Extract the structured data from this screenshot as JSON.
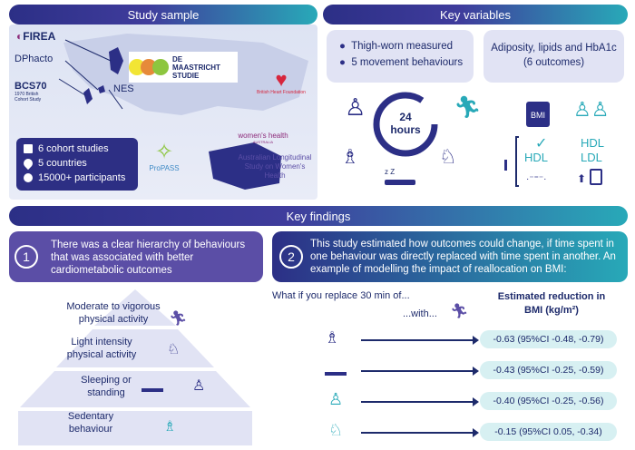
{
  "headers": {
    "study_sample": "Study sample",
    "key_variables": "Key variables",
    "key_findings": "Key findings"
  },
  "map": {
    "labels": {
      "firea": "FIREA",
      "dphacto": "DPhacto",
      "bcs70": "BCS70",
      "bcs70_sub": "1970 British Cohort Study",
      "nes": "NES",
      "maastricht": "DE MAASTRICHT STUDIE",
      "bhf": "British Heart Foundation",
      "womens_health": "women's health",
      "womens_health_sub": "AUSTRALIA",
      "alswh": "Australian Longitudinal Study on Women's Health",
      "propass": "ProPASS"
    },
    "stats": [
      {
        "icon": "document-icon",
        "text": "6 cohort studies"
      },
      {
        "icon": "location-pin-icon",
        "text": "5 countries"
      },
      {
        "icon": "person-icon",
        "text": "15000+ participants"
      }
    ]
  },
  "key_variables": {
    "bullets": [
      "Thigh-worn measured",
      "5 movement behaviours"
    ],
    "outcomes": "Adiposity, lipids and HbA1c (6 outcomes)",
    "clock_text": "24 hours",
    "zz": "z Z",
    "bmi": "BMI",
    "hdl_left": "HDL",
    "hdl_right": "HDL",
    "ldl": "LDL"
  },
  "findings": {
    "f1_number": "1",
    "f1_text": "There was a clear hierarchy of behaviours that was associated with better cardiometabolic outcomes",
    "f2_number": "2",
    "f2_text": "This study estimated how outcomes could change, if time spent in one behaviour was directly replaced with time spent in another. An example of modelling the impact of reallocation on BMI:",
    "pyramid": [
      "Moderate to vigorous physical activity",
      "Light intensity physical activity",
      "Sleeping or standing",
      "Sedentary behaviour"
    ],
    "replace_q": "What if you replace 30 min of...",
    "with": "...with...",
    "estimated_header": "Estimated reduction in BMI (kg/m²)",
    "results": [
      "-0.63 (95%CI -0.48, -0.79)",
      "-0.43 (95%CI -0.25, -0.59)",
      "-0.40 (95%CI -0.25, -0.56)",
      "-0.15 (95%CI 0.05, -0.34)"
    ]
  },
  "colors": {
    "navy": "#2c2f86",
    "teal": "#28a9b8",
    "purple": "#5b4ea6",
    "light_teal": "#d7f0f2"
  }
}
